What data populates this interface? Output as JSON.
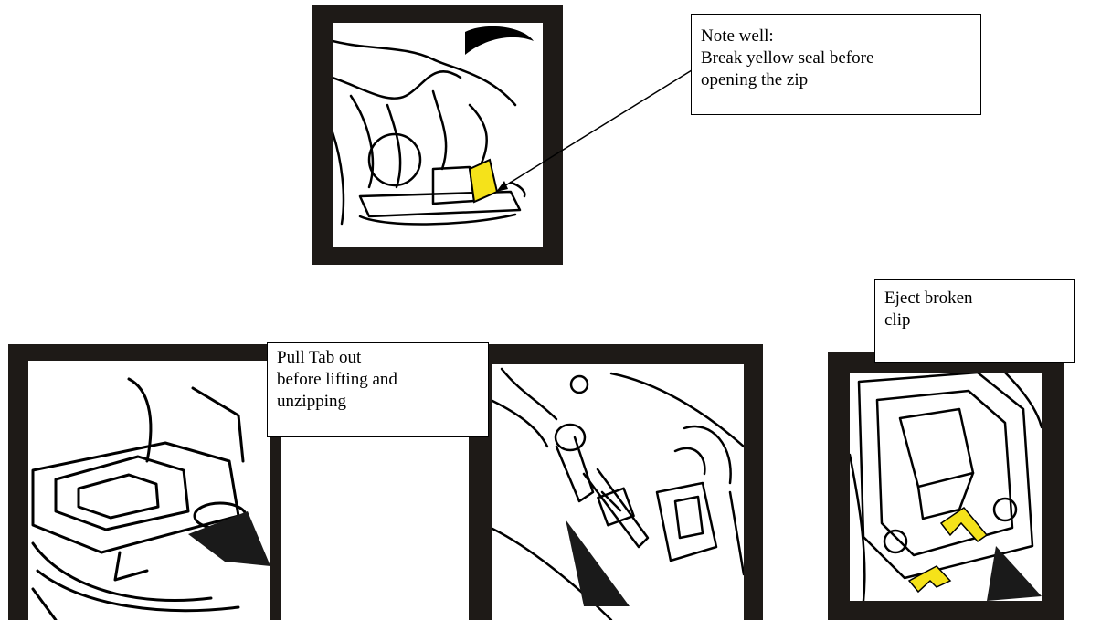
{
  "callouts": {
    "seal_note": "Note well:\nBreak yellow seal before\nopening the zip",
    "pull_tab": "Pull Tab out\nbefore lifting and\nunzipping",
    "eject_clip": "Eject broken\nclip"
  },
  "colors": {
    "frame": "#1e1a17",
    "seal_yellow": "#f5e21a"
  },
  "icons": [
    "zip-seal-illustration",
    "pull-tab-illustration",
    "unzip-hand-illustration",
    "eject-clip-illustration",
    "arrow-icon"
  ]
}
